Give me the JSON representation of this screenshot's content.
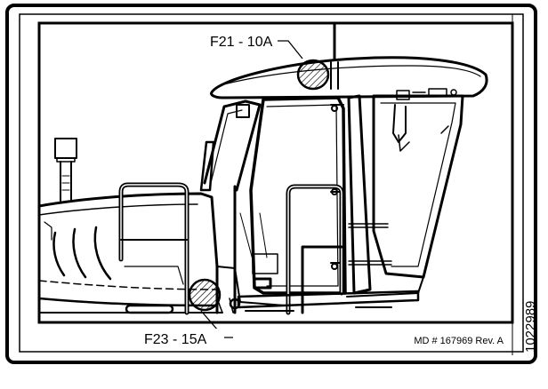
{
  "callouts": {
    "top_fuse": "F21 - 10A",
    "bottom_fuse": "F23 - 15A"
  },
  "footer": {
    "document_ref": "MD # 167969 Rev. A",
    "figure_id": "1022989"
  },
  "colors": {
    "line": "#000000",
    "fuse_hatch": "#000000",
    "background": "#ffffff"
  }
}
